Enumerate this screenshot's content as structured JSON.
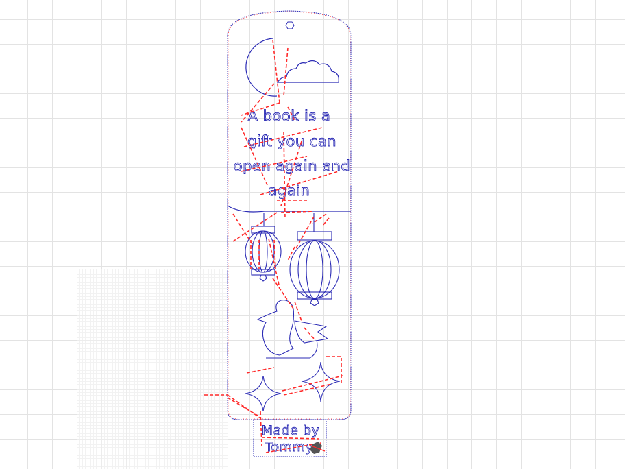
{
  "quote": {
    "lines": [
      "A book is a",
      "gift you can",
      "open again and",
      "again"
    ]
  },
  "credit": {
    "lines": [
      "Made by",
      "Tommy"
    ]
  },
  "colors": {
    "outline": "#2b2bb5",
    "path": "#ff2a2a",
    "grid": "#e3e3e3",
    "background": "#ffffff"
  }
}
